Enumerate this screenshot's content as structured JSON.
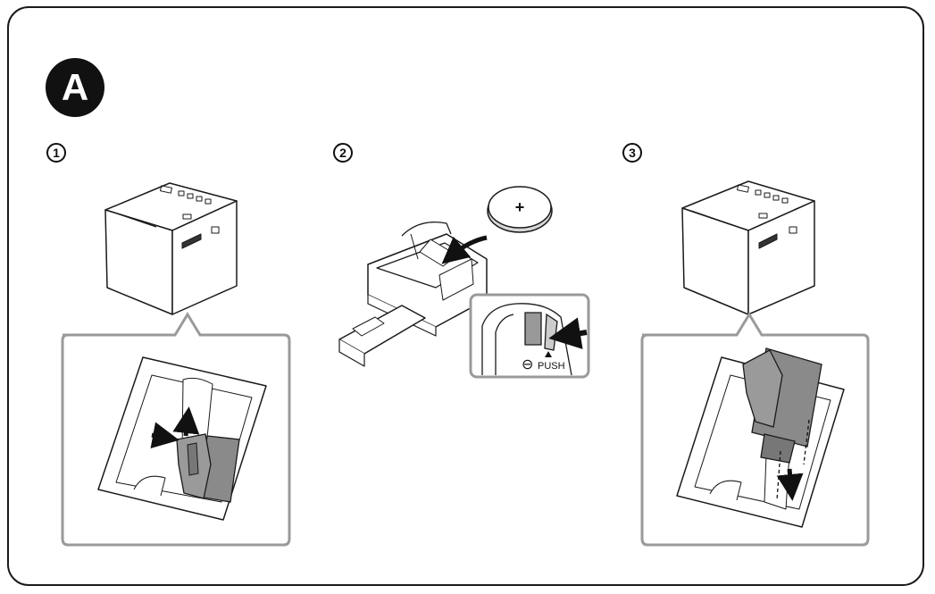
{
  "section_badge": "A",
  "steps": [
    {
      "number": "1"
    },
    {
      "number": "2"
    },
    {
      "number": "3"
    }
  ],
  "battery": {
    "polarity_label": "+"
  },
  "holder_inset": {
    "minus_symbol": "⊖",
    "push_label": "PUSH"
  },
  "colors": {
    "outline": "#1a1a1a",
    "callout_border": "#9a9a9a",
    "tab_fill": "#8a8a8a",
    "badge": "#111111"
  },
  "icons": [
    "arrow-up-icon",
    "arrow-right-icon",
    "arrow-left-icon",
    "arrow-down-icon"
  ]
}
